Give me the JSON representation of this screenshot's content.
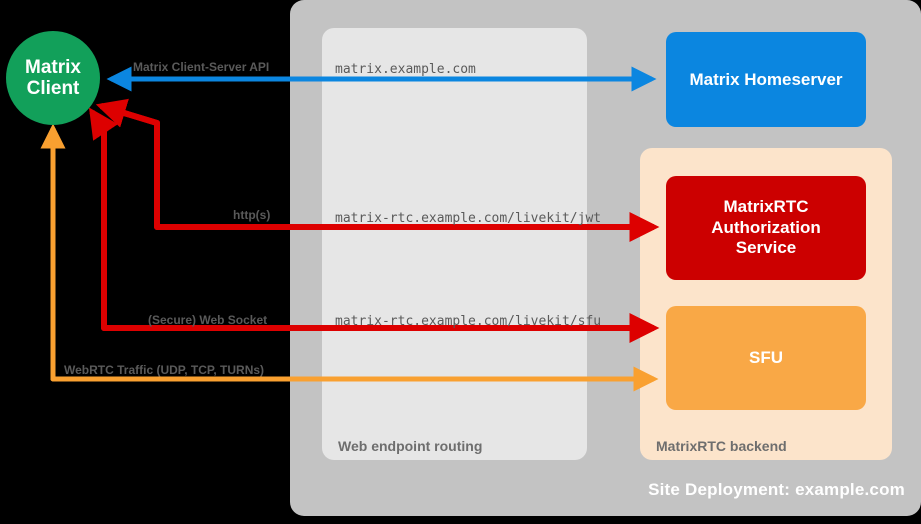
{
  "diagram": {
    "site_container": {
      "label": "Site Deployment: example.com"
    },
    "web_endpoint_container": {
      "label": "Web endpoint routing"
    },
    "backend_container": {
      "label": "MatrixRTC backend"
    },
    "nodes": {
      "client": {
        "label": "Matrix\nClient",
        "line1": "Matrix",
        "line2": "Client",
        "color": "#12a05a"
      },
      "homeserver": {
        "label": "Matrix Homeserver",
        "color": "#0b86e0"
      },
      "auth": {
        "line1": "MatrixRTC",
        "line2": "Authorization",
        "line3": "Service",
        "color": "#cc0000"
      },
      "sfu": {
        "label": "SFU",
        "color": "#f9a846"
      }
    },
    "endpoints": {
      "matrix": "matrix.example.com",
      "jwt": "matrix-rtc.example.com/livekit/jwt",
      "sfu": "matrix-rtc.example.com/livekit/sfu"
    },
    "edges": {
      "client_server_api": {
        "label": "Matrix Client-Server API",
        "color": "#0b86e0"
      },
      "https": {
        "label": "http(s)",
        "color": "#dd0000"
      },
      "websocket": {
        "label": "(Secure) Web Socket",
        "color": "#dd0000"
      },
      "webrtc": {
        "label": "WebRTC Traffic (UDP, TCP, TURNs)",
        "color": "#f9a030"
      }
    }
  }
}
